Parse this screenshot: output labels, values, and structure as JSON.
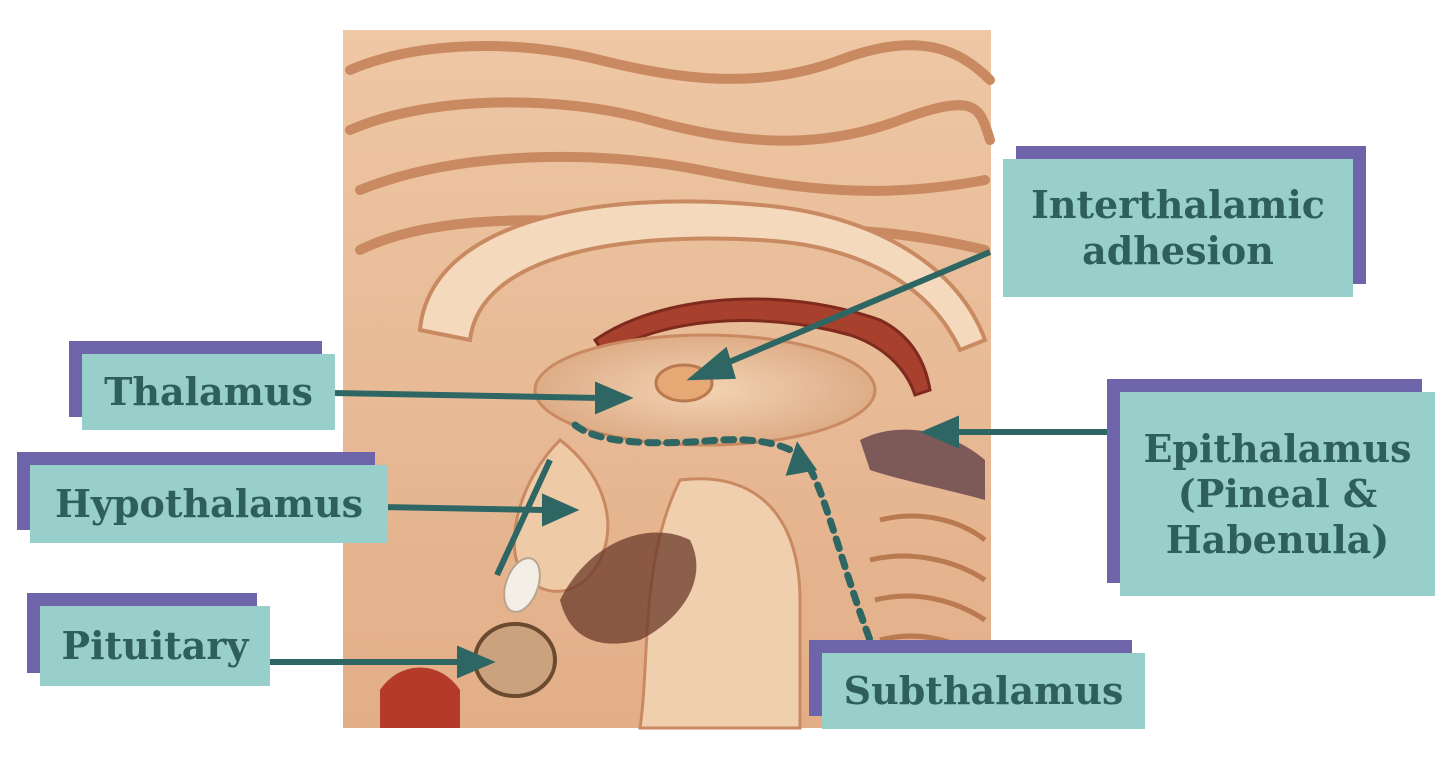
{
  "labels": {
    "interthalamic": {
      "line1": "Interthalamic",
      "line2": "adhesion"
    },
    "thalamus": "Thalamus",
    "hypothalamus": "Hypothalamus",
    "pituitary": "Pituitary",
    "epithalamus": {
      "line1": "Epithalamus",
      "line2": "(Pineal &",
      "line3": "Habenula)"
    },
    "subthalamus": "Subthalamus"
  },
  "colors": {
    "label_fill": "#98cfcb",
    "label_shadow": "#6e64aa",
    "label_text": "#2f5f5c",
    "arrow": "#2e6663",
    "tissue_base": "#e8b993",
    "tissue_dark": "#c98a62",
    "vessel": "#a8402e"
  }
}
